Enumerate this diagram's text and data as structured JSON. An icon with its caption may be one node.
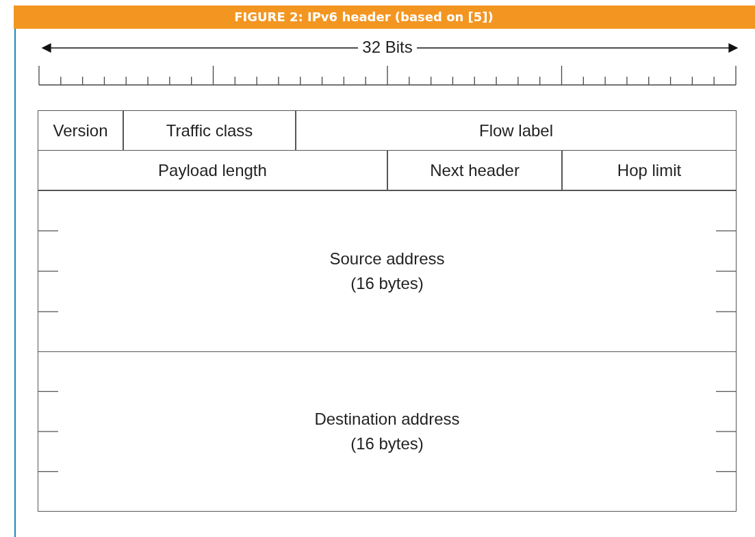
{
  "diagram": {
    "title": "FIGURE 2: IPv6 header (based on [5])",
    "nodes": [
      {
        "text": [
          "Version"
        ]
      },
      {
        "text": [
          "Traffic class"
        ]
      },
      {
        "text": [
          "Flow label"
        ]
      },
      {
        "text": [
          "Payload length"
        ]
      },
      {
        "text": [
          "Next header"
        ]
      },
      {
        "text": [
          "Hop limit"
        ]
      },
      {
        "text": [
          "Source address",
          "(16 bytes)"
        ]
      },
      {
        "text": [
          "Destination address",
          "(16 bytes)"
        ]
      }
    ],
    "labels": [
      "32 Bits"
    ]
  }
}
